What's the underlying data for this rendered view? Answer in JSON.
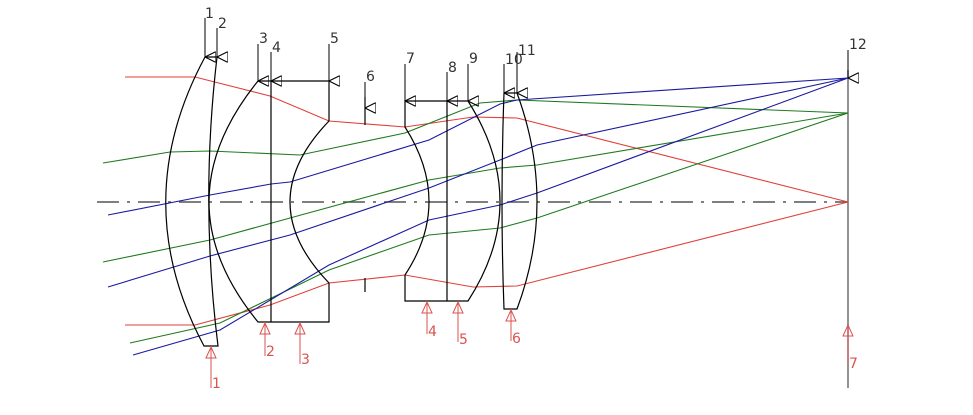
{
  "colors": {
    "lens": "#000000",
    "axis": "#555555",
    "image_plane": "#777777",
    "marginal_ray": "#e0403a",
    "field_ray_green": "#1f7a1f",
    "field_ray_blue": "#1a1aa0",
    "bottom_markers": "#d9534f"
  },
  "surface_labels": [
    "1",
    "2",
    "3",
    "4",
    "5",
    "6",
    "7",
    "8",
    "9",
    "10",
    "11",
    "12"
  ],
  "element_labels": [
    "1",
    "2",
    "3",
    "4",
    "5",
    "6",
    "7"
  ]
}
